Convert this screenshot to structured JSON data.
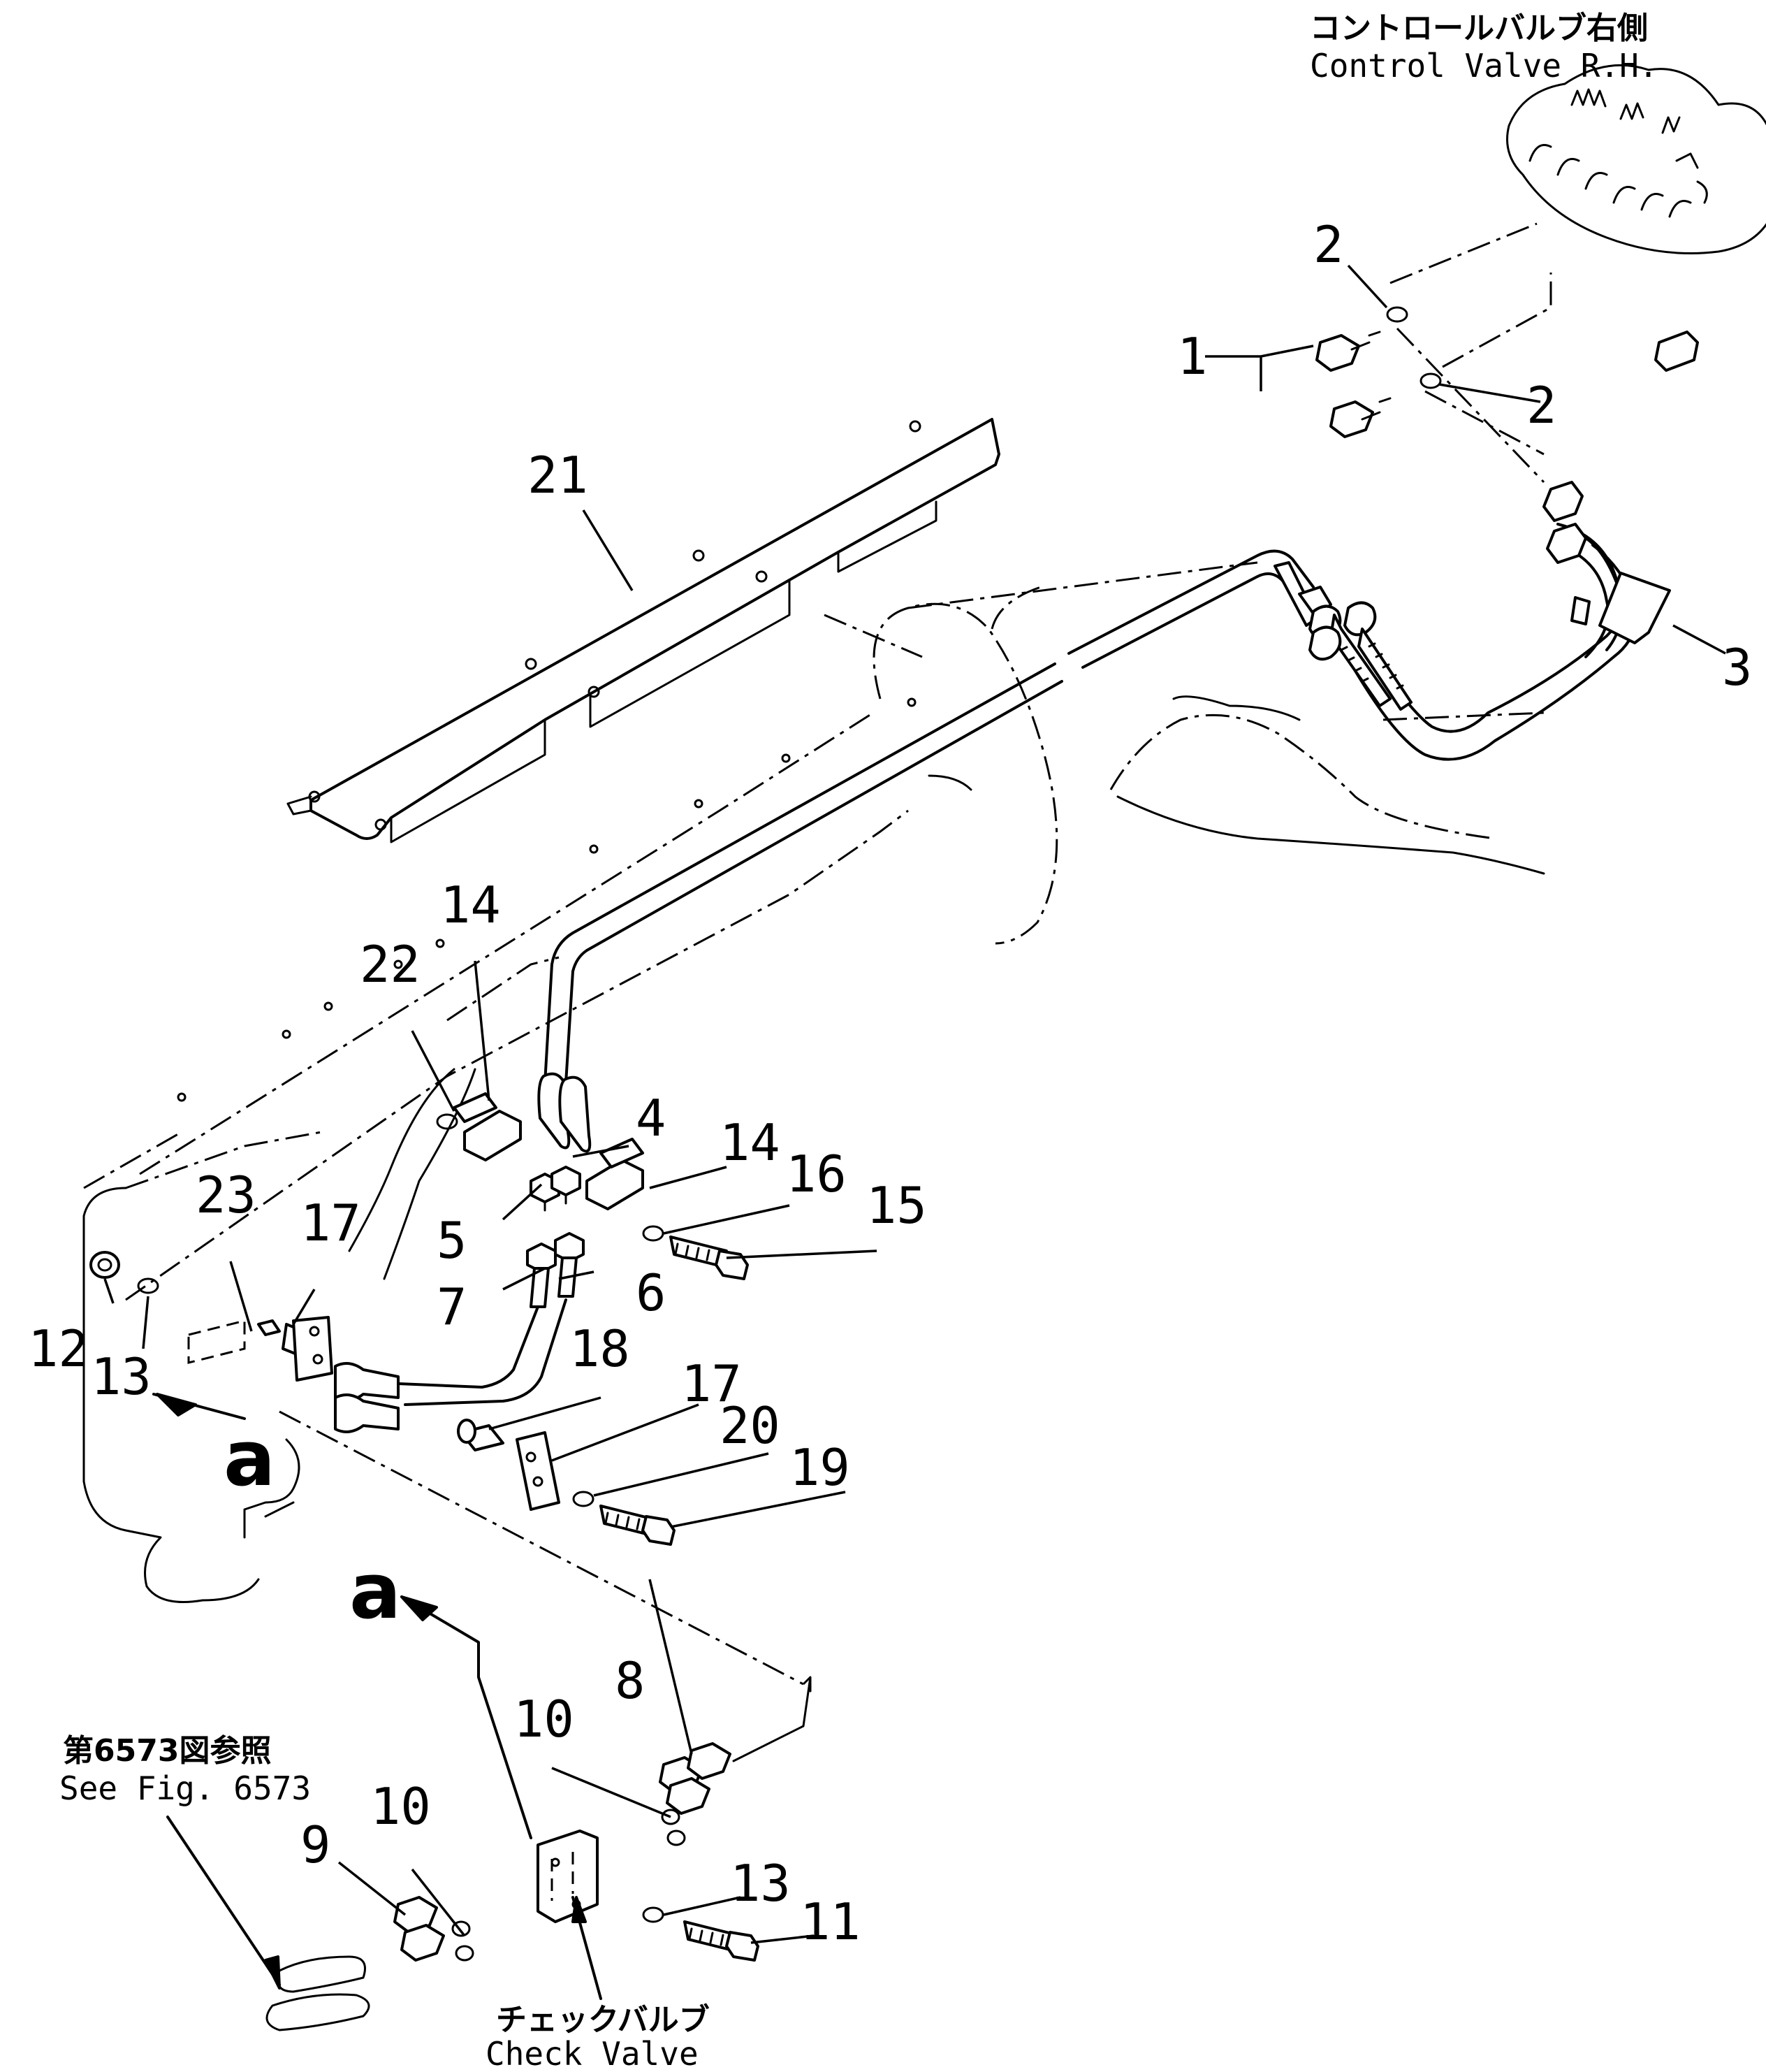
{
  "captions": {
    "control_valve_jp": "コントロールバルブ右側",
    "control_valve_en": "Control Valve R.H.",
    "see_fig_jp": "第6573図参照",
    "see_fig_en": "See Fig. 6573",
    "check_valve_jp": "チェックバルブ",
    "check_valve_en": "Check Valve"
  },
  "view_marks": {
    "upper": "a",
    "lower": "a"
  },
  "callouts": [
    "1",
    "2",
    "2",
    "3",
    "21",
    "14",
    "22",
    "4",
    "5",
    "14",
    "16",
    "15",
    "23",
    "17",
    "7",
    "6",
    "12",
    "13",
    "18",
    "17",
    "20",
    "19",
    "8",
    "10",
    "10",
    "9",
    "13",
    "11"
  ]
}
